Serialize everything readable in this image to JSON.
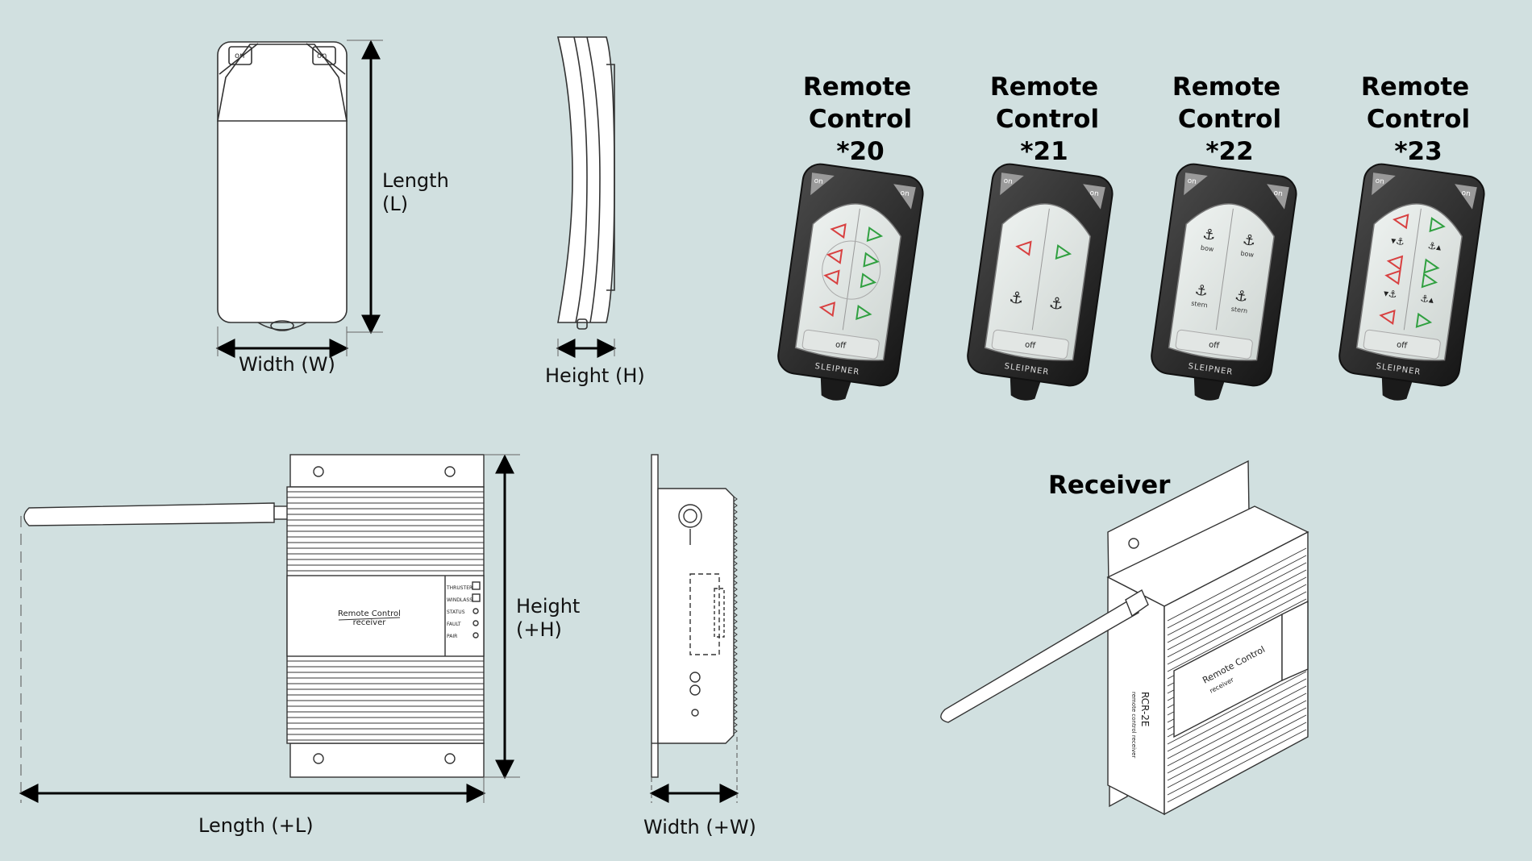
{
  "labels": {
    "remote_length": [
      "Length",
      "(L)"
    ],
    "remote_width": "Width (W)",
    "remote_height": "Height (H)",
    "receiver_height": [
      "Height",
      "(+H)"
    ],
    "receiver_length": "Length (+L)",
    "receiver_width": "Width (+W)",
    "receiver_title": "Receiver"
  },
  "remotes": [
    {
      "title": [
        "Remote",
        "Control",
        "*20"
      ],
      "on_left": "on",
      "on_right": "on",
      "off": "off",
      "brand": "SLEIPNER"
    },
    {
      "title": [
        "Remote",
        "Control",
        "*21"
      ],
      "on_left": "on",
      "on_right": "on",
      "off": "off",
      "brand": "SLEIPNER",
      "labels": []
    },
    {
      "title": [
        "Remote",
        "Control",
        "*22"
      ],
      "on_left": "on",
      "on_right": "on",
      "off": "off",
      "brand": "SLEIPNER",
      "labels": [
        "bow",
        "bow",
        "stern",
        "stern"
      ]
    },
    {
      "title": [
        "Remote",
        "Control",
        "*23"
      ],
      "on_left": "on",
      "on_right": "on",
      "off": "off",
      "brand": "SLEIPNER"
    }
  ],
  "remote_drawing": {
    "on_left": "on",
    "on_right": "on"
  },
  "receiver_panel": {
    "title": [
      "Remote Control",
      "receiver"
    ],
    "indicators": [
      "THRUSTER",
      "WINDLASS",
      "STATUS",
      "FAULT",
      "PAIR"
    ]
  },
  "receiver_iso": {
    "panel": [
      "Remote Control",
      "receiver"
    ],
    "side": [
      "RCR-2E",
      "remote control receiver"
    ]
  },
  "colors": {
    "background": "#d1e0e0",
    "arrow_red": "#d84040",
    "arrow_green": "#30a040",
    "body": "#2a2a2a"
  }
}
